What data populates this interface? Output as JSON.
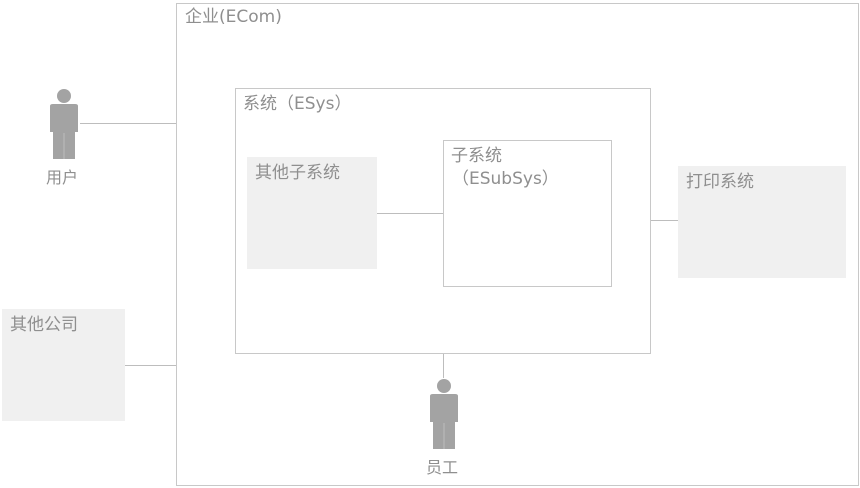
{
  "diagram": {
    "enterprise": {
      "label": "企业(ECom)"
    },
    "system": {
      "label": "系统（ESys）"
    },
    "other_subsystem": {
      "label": "其他子系统"
    },
    "subsystem": {
      "line1": "子系统",
      "line2": "（ESubSys）"
    },
    "print_system": {
      "label": "打印系统"
    },
    "other_company": {
      "label": "其他公司"
    },
    "actors": {
      "user": {
        "label": "用户",
        "icon": "person-icon"
      },
      "employee": {
        "label": "员工",
        "icon": "person-icon"
      }
    },
    "colors": {
      "border": "#c8c8c8",
      "fill": "#f0f0f0",
      "actor": "#a3a3a3",
      "text": "#8f8f8f"
    }
  }
}
